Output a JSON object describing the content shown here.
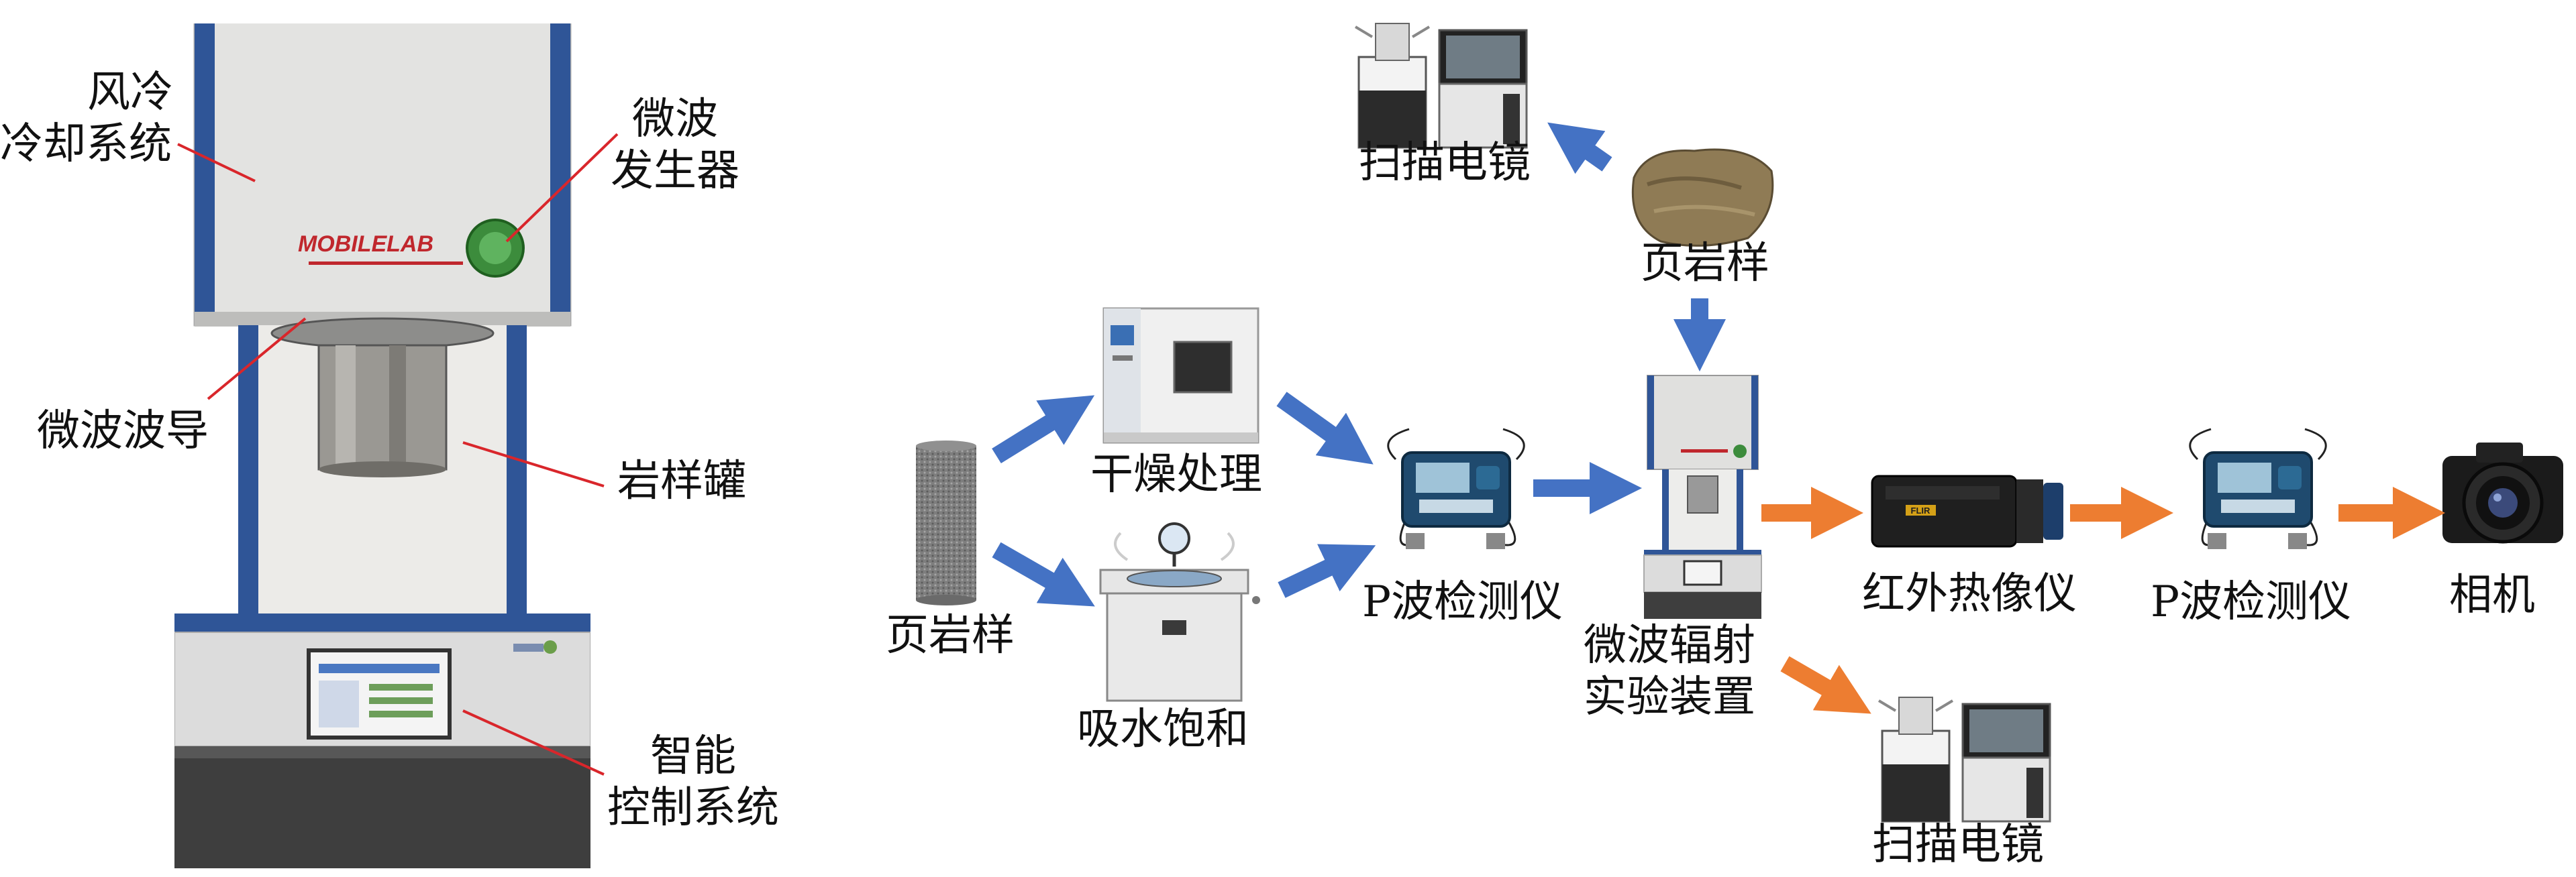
{
  "left_panel": {
    "callouts": {
      "fan_cooling": [
        "风冷",
        "冷却系统"
      ],
      "microwave_generator": [
        "微波",
        "发生器"
      ],
      "waveguide": "微波波导",
      "sample_tank": "岩样罐",
      "control_system": [
        "智能",
        "控制系统"
      ]
    },
    "device_logo": "MOBILELAB"
  },
  "flow": {
    "shale_sample_start": "页岩样",
    "drying": "干燥处理",
    "water_saturation": "吸水饱和",
    "p_wave_tester_1": "P波检测仪",
    "sem_top": "扫描电镜",
    "shale_sample_top": "页岩样",
    "microwave_apparatus": [
      "微波辐射",
      "实验装置"
    ],
    "infrared_camera": "红外热像仪",
    "p_wave_tester_2": "P波检测仪",
    "camera": "相机",
    "sem_bottom": "扫描电镜",
    "ir_brand": "FLIR"
  },
  "colors": {
    "blue_arrow": "#4472C4",
    "orange_arrow": "#ED7D31",
    "callout_line": "#D9262B",
    "apparatus_blue": "#2F5597",
    "apparatus_gray": "#D9D9D9"
  }
}
